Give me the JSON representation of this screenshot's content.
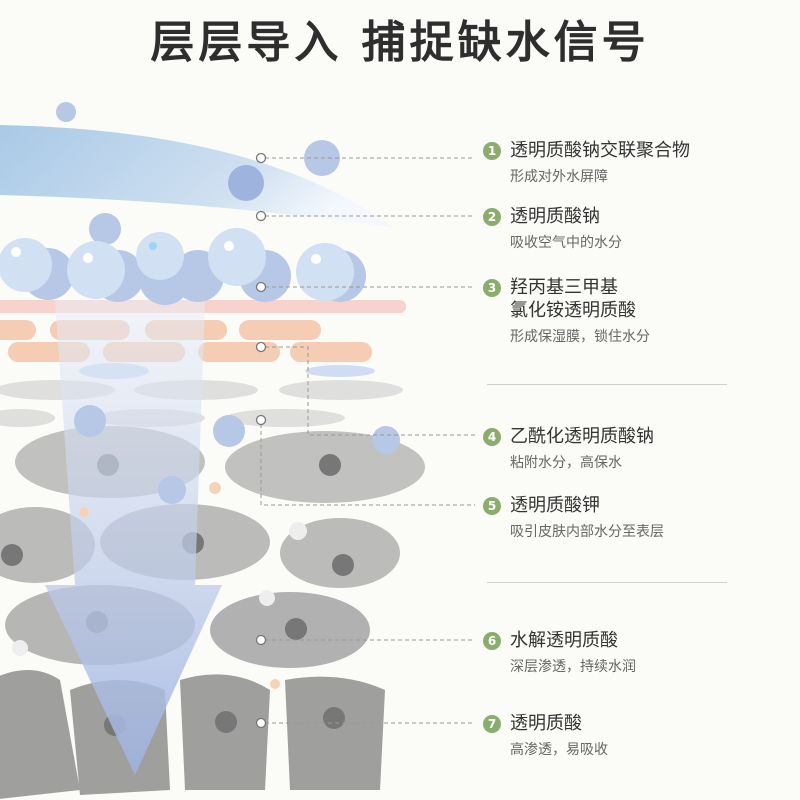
{
  "title": "层层导入 捕捉缺水信号",
  "accent_color": "#8aad6e",
  "items": [
    {
      "num": "1",
      "name": "透明质酸钠交联聚合物",
      "desc": "形成对外水屏障"
    },
    {
      "num": "2",
      "name": "透明质酸钠",
      "desc": "吸收空气中的水分"
    },
    {
      "num": "3",
      "name": "羟丙基三甲基",
      "name2": "氯化铵透明质酸",
      "desc": "形成保湿膜，锁住水分"
    },
    {
      "num": "4",
      "name": "乙酰化透明质酸钠",
      "desc": "粘附水分，高保水"
    },
    {
      "num": "5",
      "name": "透明质酸钾",
      "desc": "吸引皮肤内部水分至表层"
    },
    {
      "num": "6",
      "name": "水解透明质酸",
      "desc": "深层渗透，持续水润"
    },
    {
      "num": "7",
      "name": "透明质酸",
      "desc": "高渗透，易吸收"
    }
  ]
}
